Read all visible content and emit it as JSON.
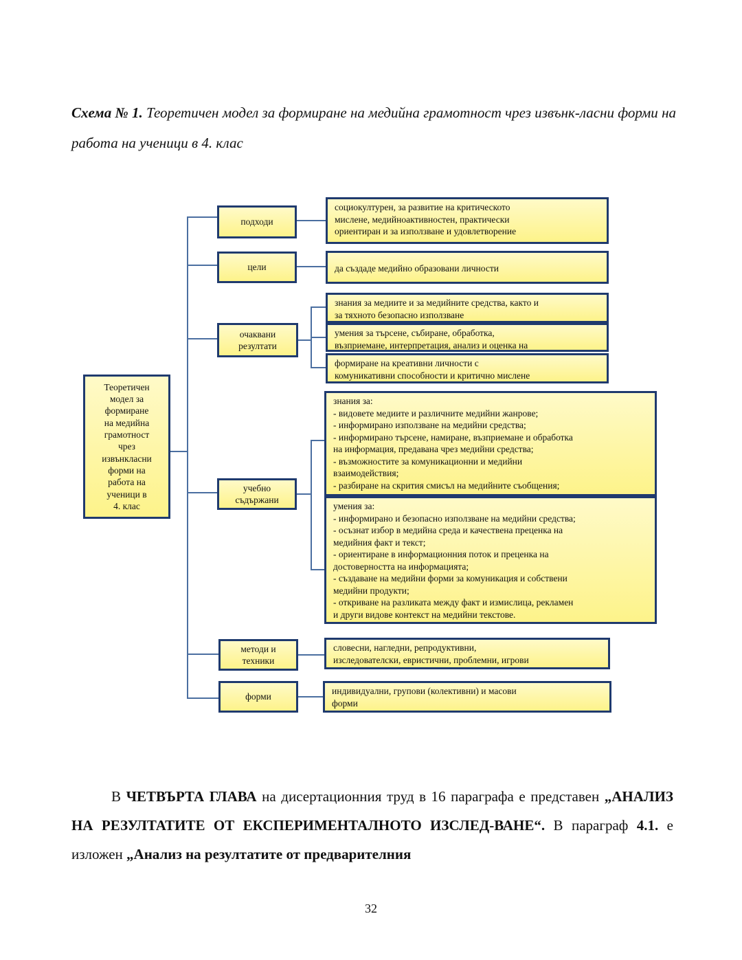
{
  "caption": {
    "label": "Схема № 1.",
    "text": " Теоретичен модел за формиране на медийна грамотност чрез извънк-ласни форми на работа на ученици в 4. клас"
  },
  "diagram": {
    "root": "Теоретичен\nмодел за\nформиране\nна медийна\nграмотност\nчрез\nизвънкласни\nформи на\nработа на\nученици в\n4. клас",
    "categories": [
      {
        "label": "подходи",
        "descriptions": [
          "социокултурен, за развитие на критическото\nмислене, медийноактивностен, практически\nориентиран и за използване и удовлетворение"
        ]
      },
      {
        "label": "цели",
        "descriptions": [
          "да създаде медийно образовани личности"
        ]
      },
      {
        "label": "очаквани резултати",
        "descriptions": [
          "знания за медиите и за медийните средства, както и\nза тяхното безопасно използване",
          "умения за търсене, събиране, обработка,\nвъзприемане, интерпретация, анализ и оценка на",
          "формиране на креативни личности с\nкомуникативни способности и критично мислене"
        ]
      },
      {
        "label": "учебно съдържани",
        "descriptions": [
          "знания за:\n- видовете медиите и различните медийни жанрове;\n- информирано използване на медийни средства;\n- информирано търсене, намиране, възприемане и обработка\nна информация, предавана чрез медийни средства;\n-  възможностите за комуникационни и медийни\nвзаимодействия;\n- разбиране на скрития смисъл на медийните съобщения;",
          "умения за:\n- информирано и безопасно използване на медийни средства;\n- осъзнат избор в медийна среда и качествена преценка на\nмедийния факт и текст;\n- ориентиране в информационния поток и преценка на\nдостоверността на информацията;\n- създаване на медийни форми за комуникация и собствени\nмедийни продукти;\n- откриване на разликата между факт и измислица, рекламен\nи други видове контекст на медийни текстове."
        ]
      },
      {
        "label": "методи и техники",
        "descriptions": [
          "словесни, нагледни, репродуктивни,\nизследователски, евристични, проблемни, игрови"
        ]
      },
      {
        "label": "форми",
        "descriptions": [
          "индивидуални, групови (колективни) и масови\nформи"
        ]
      }
    ]
  },
  "paragraph": {
    "p1": "В ",
    "b1": "ЧЕТВЪРТА ГЛАВА",
    "p2": " на дисертационния труд в 16 параграфа е представен ",
    "b2": "„АНАЛИЗ НА РЕЗУЛТАТИТЕ ОТ ЕКСПЕРИМЕНТАЛНОТО ИЗСЛЕД-ВАНЕ“.",
    "p3": " В параграф ",
    "b3": "4.1.",
    "p4": " е изложен ",
    "b4": "„Анализ на резултатите от предварителния"
  },
  "page_number": "32"
}
